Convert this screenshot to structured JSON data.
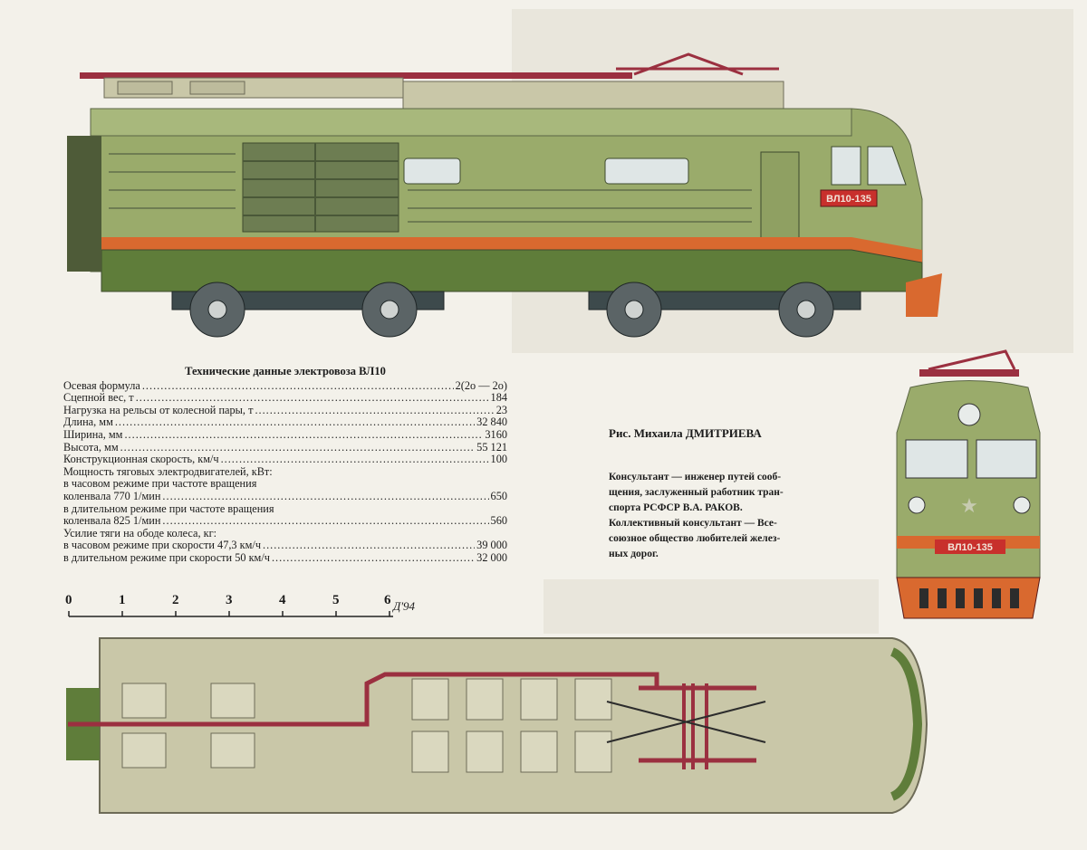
{
  "specs": {
    "title": "Технические данные электровоза ВЛ10",
    "rows": [
      {
        "label": "Осевая формула",
        "value": "2(2о — 2о)"
      },
      {
        "label": "Сцепной вес, т",
        "value": "184"
      },
      {
        "label": "Нагрузка на рельсы от колесной пары, т",
        "value": "23"
      },
      {
        "label": "Длина, мм",
        "value": "32 840"
      },
      {
        "label": "Ширина, мм",
        "value": "3160"
      },
      {
        "label": "Высота, мм",
        "value": "55 121"
      },
      {
        "label": "Конструкционная скорость, км/ч",
        "value": "100"
      }
    ],
    "power_heading": "Мощность тяговых электродвигателей, кВт:",
    "power_line1": "в часовом режиме при частоте вращения",
    "power_row1": {
      "label": "коленвала 770 1/мин",
      "value": "650"
    },
    "power_line2": "в длительном режиме при частоте вращения",
    "power_row2": {
      "label": "коленвала 825 1/мин",
      "value": "560"
    },
    "traction_heading": "Усилие тяги на ободе колеса, кг:",
    "traction_row1": {
      "label": "в часовом режиме при скорости 47,3 км/ч",
      "value": "39 000"
    },
    "traction_row2": {
      "label": "в длительном режиме при скорости 50 км/ч",
      "value": "32 000"
    }
  },
  "credit": "Рис. Михаила ДМИТРИЕВА",
  "consultant": {
    "line1": "Консультант — инженер путей сооб-",
    "line2": "щения, заслуженный работник тран-",
    "line3": "спорта РСФСР В.А. РАКОВ.",
    "line4": "Коллективный консультант — Все-",
    "line5": "союзное общество любителей желез-",
    "line6": "ных дорог."
  },
  "scale": {
    "ticks": [
      "0",
      "1",
      "2",
      "3",
      "4",
      "5",
      "6"
    ]
  },
  "signature": "Д'94",
  "loco_number": "ВЛ10-135",
  "colors": {
    "body_green": "#9aab6b",
    "stripe_orange": "#d9692f",
    "dark_green": "#5f7d3a",
    "roof": "#c9c7a8",
    "pipe": "#9b3040",
    "chassis": "#3d4a4c"
  }
}
